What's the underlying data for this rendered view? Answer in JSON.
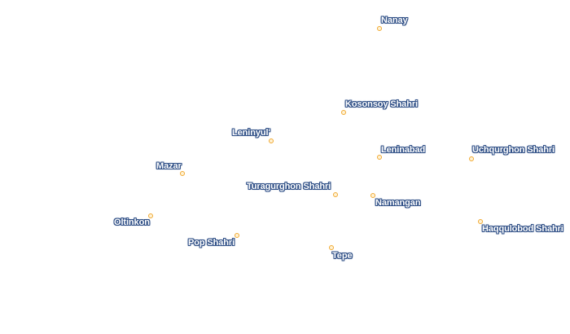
{
  "map": {
    "marker_color": "#f0a830",
    "label_halo_color": "#2f4f86",
    "places": [
      {
        "name": "Nanay"
      },
      {
        "name": "Kosonsoy Shahri"
      },
      {
        "name": "Leninyul'"
      },
      {
        "name": "Leninabad"
      },
      {
        "name": "Uchqurghon Shahri"
      },
      {
        "name": "Mazar"
      },
      {
        "name": "Turagurghon Shahri"
      },
      {
        "name": "Namangan"
      },
      {
        "name": "Oltinkon"
      },
      {
        "name": "Haqqulobod Shahri"
      },
      {
        "name": "Pop Shahri"
      },
      {
        "name": "Tepe"
      }
    ]
  }
}
